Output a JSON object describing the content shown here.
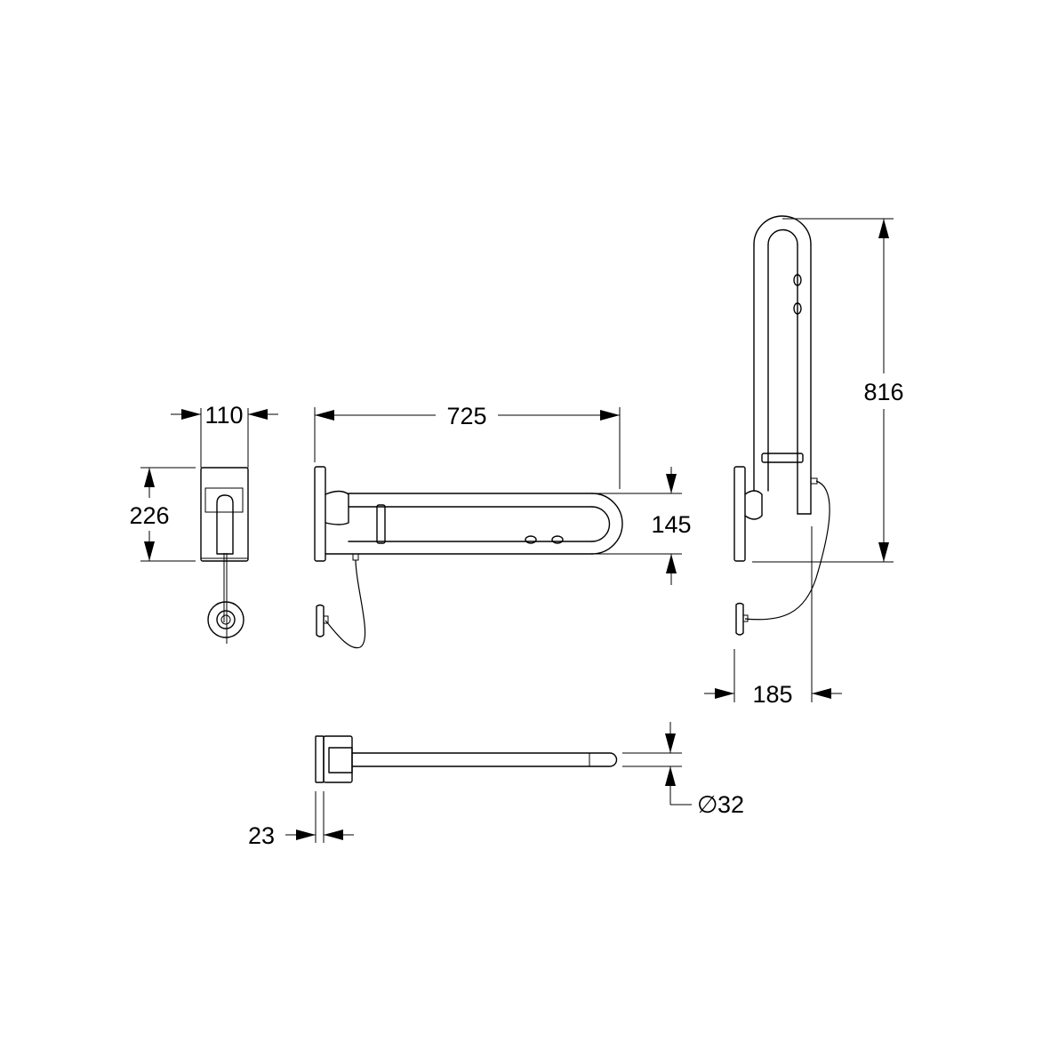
{
  "dimensions": {
    "front_width": "110",
    "front_height": "226",
    "side_length": "725",
    "side_height": "145",
    "raised_height": "816",
    "raised_depth": "185",
    "plan_flange": "23",
    "tube_diameter": "32"
  },
  "symbols": {
    "diameter": "∅"
  }
}
